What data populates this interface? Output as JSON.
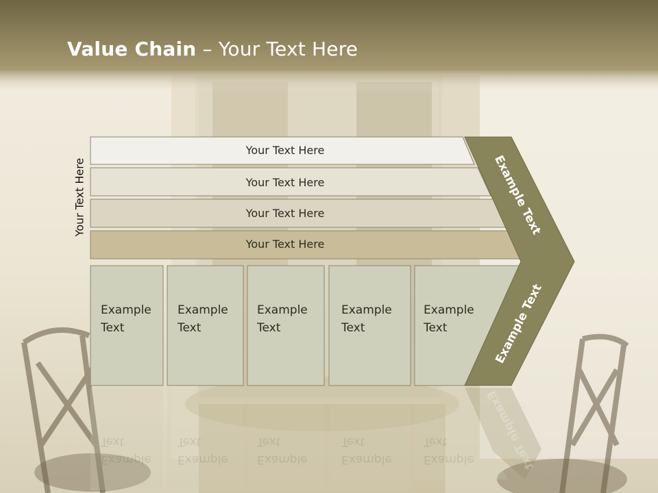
{
  "title": {
    "bold": "Value Chain",
    "rest": " – Your Text Here"
  },
  "side_label": "Your Text Here",
  "rows": [
    {
      "label": "Your Text Here"
    },
    {
      "label": "Your Text Here"
    },
    {
      "label": "Your Text Here"
    },
    {
      "label": "Your Text Here"
    }
  ],
  "columns": [
    {
      "line1": "Example",
      "line2": "Text"
    },
    {
      "line1": "Example",
      "line2": "Text"
    },
    {
      "line1": "Example",
      "line2": "Text"
    },
    {
      "line1": "Example",
      "line2": "Text"
    },
    {
      "line1": "Example",
      "line2": "Text"
    }
  ],
  "chevron": {
    "upper_label": "Example Text",
    "lower_label": "Example Text"
  },
  "colors": {
    "title_bar": "#8a7f5c",
    "row_fills": [
      "#f2f0ea",
      "#e6e2d4",
      "#dbd6c1",
      "#c8bd98"
    ],
    "column_fill": "#cfd0bb",
    "chevron_fill": "#878559",
    "border": "#8a8770"
  }
}
